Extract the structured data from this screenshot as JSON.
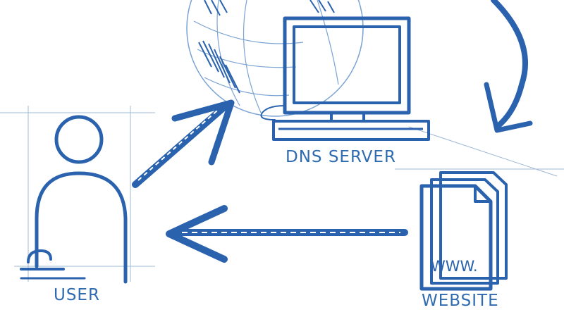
{
  "colors": {
    "ink": "#2a62ad",
    "ink_light": "#7aa3d4",
    "paper": "#ffffff"
  },
  "labels": {
    "dns_server": "DNS SERVER",
    "user": "USER",
    "website": "WEBSITE",
    "www": "WWW."
  },
  "icons": {
    "globe": "globe-icon",
    "monitor": "computer-monitor-icon",
    "user": "user-person-icon",
    "document": "web-document-icon"
  }
}
